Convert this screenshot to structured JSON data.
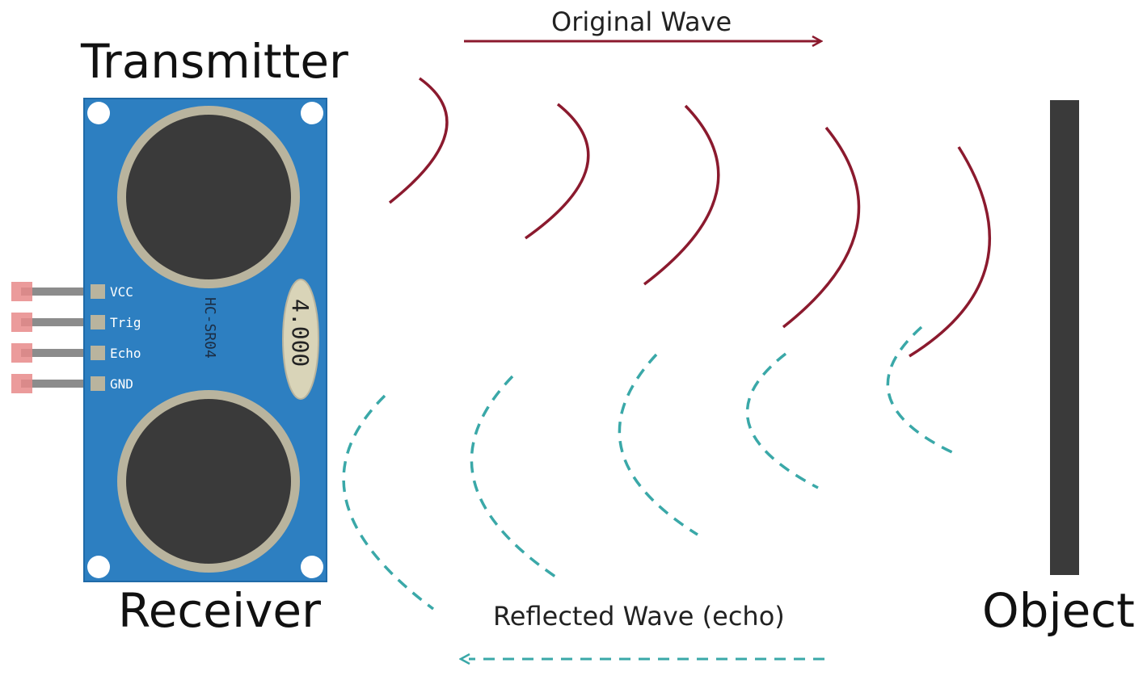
{
  "labels": {
    "transmitter": "Transmitter",
    "receiver": "Receiver",
    "object": "Object",
    "original_wave": "Original Wave",
    "reflected_wave": "Reflected Wave (echo)"
  },
  "sensor": {
    "model": "HC-SR04",
    "crystal": "4.000",
    "pins": [
      "VCC",
      "Trig",
      "Echo",
      "GND"
    ]
  },
  "colors": {
    "board": "#2d7fc1",
    "board_edge": "#1f6aa8",
    "transducer_ring": "#b9b49e",
    "transducer_core": "#3a3a3a",
    "original_wave": "#8b1a2e",
    "reflected_wave": "#3aa8a8",
    "object": "#3a3a3a",
    "pin_header": "#e88a8a",
    "pin_wire": "#8c8c8c"
  }
}
